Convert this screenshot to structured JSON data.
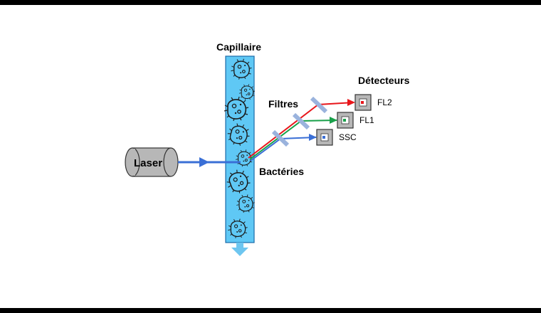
{
  "labels": {
    "capillaire": "Capillaire",
    "detecteurs": "Détecteurs",
    "filtres": "Filtres",
    "laser": "Laser",
    "bacteries": "Bactéries"
  },
  "detectors": [
    {
      "label": "FL2",
      "color": "#e8161b"
    },
    {
      "label": "FL1",
      "color": "#19a04a"
    },
    {
      "label": "SSC",
      "color": "#3a6fd6"
    }
  ],
  "colors": {
    "capillary_fill": "#5fc8f5",
    "capillary_stroke": "#1a6aa8",
    "laser_beam": "#3a6fd6",
    "filter": "#9ab3dd",
    "detector_fill": "#b7b7b7",
    "flow_arrow": "#6ec6f0",
    "bacteria_stroke": "#1b1b1b"
  },
  "icons": {
    "bacteria": "bacterium-icon",
    "laser": "laser-cylinder-icon",
    "detector": "detector-box-icon",
    "filter": "filter-icon",
    "flow": "flow-arrow-icon"
  }
}
